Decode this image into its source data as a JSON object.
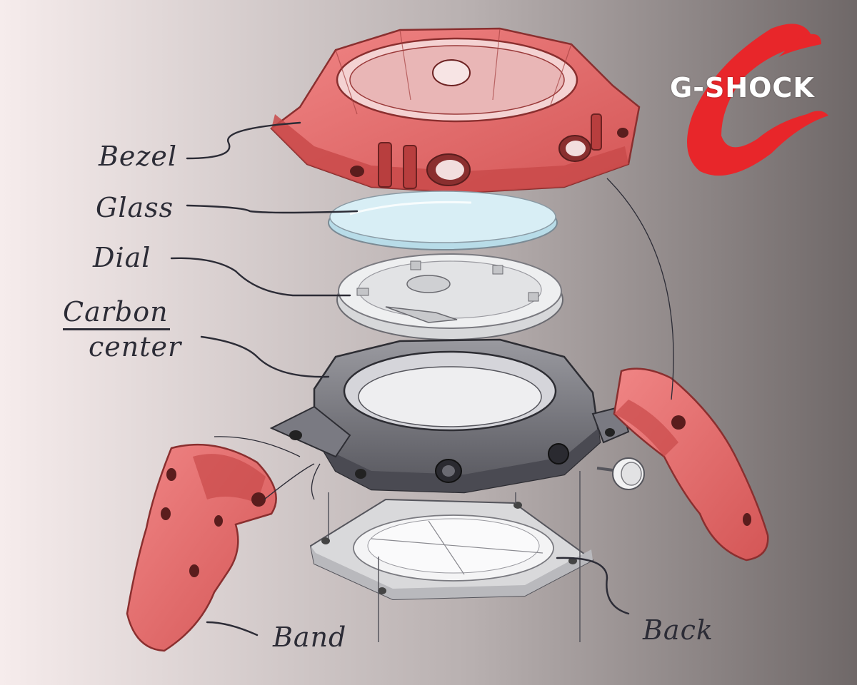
{
  "brand": {
    "logo_text": "G-SHOCK",
    "accent": "#e8262a"
  },
  "colors": {
    "bg_left": "#f6ecec",
    "bg_right": "#6f6868",
    "resin": "#e86a6a",
    "resin_dark": "#c94a4a",
    "carbon": "#5e5e66",
    "carbon_light": "#8a8a92",
    "glass": "#cfe9f2",
    "dial": "#ecedee",
    "ink": "#2c2c36"
  },
  "labels": {
    "bezel": "Bezel",
    "glass": "Glass",
    "dial": "Dial",
    "carbon": "Carbon",
    "center": "center",
    "band": "Band",
    "back": "Back"
  }
}
